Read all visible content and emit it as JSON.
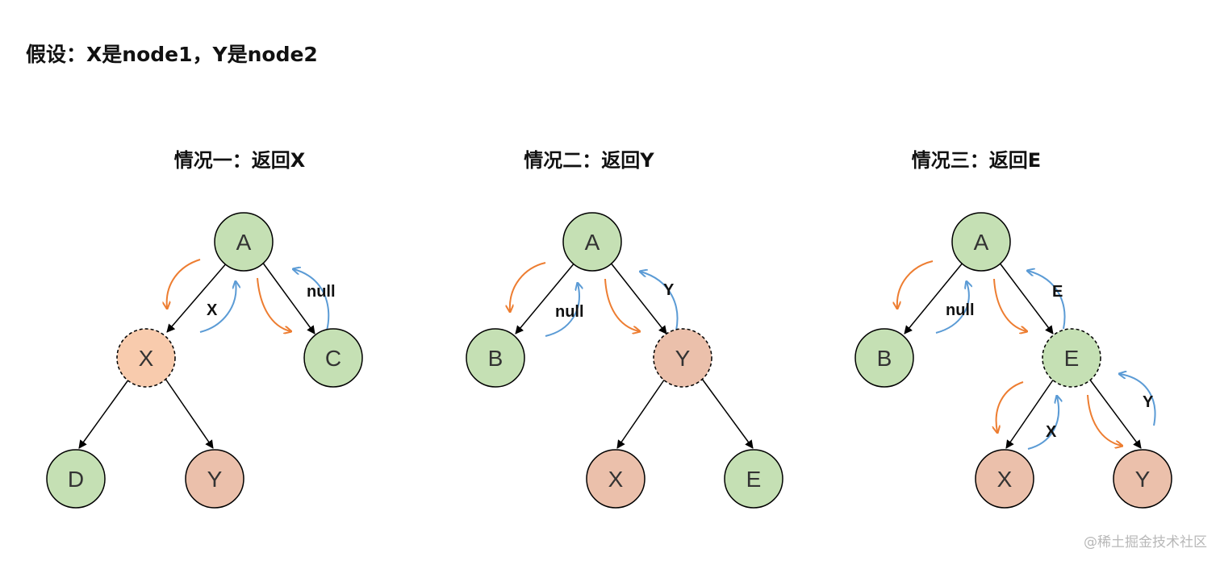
{
  "assumption": "假设：X是node1，Y是node2",
  "watermark": "@稀土掘金技术社区",
  "colors": {
    "green_fill": "#c5e0b4",
    "orange_fill": "#f8cbad",
    "red_fill": "#ebc0ab",
    "down_arrow": "#ed7d31",
    "up_arrow": "#5b9bd5",
    "edge": "#000000"
  },
  "cases": [
    {
      "title": "情况一：返回X",
      "nodes": {
        "a": "A",
        "x": "X",
        "c": "C",
        "d": "D",
        "y": "Y"
      },
      "returns": {
        "x_to_a": "X",
        "c_to_a": "null"
      }
    },
    {
      "title": "情况二：返回Y",
      "nodes": {
        "a": "A",
        "b": "B",
        "y": "Y",
        "x": "X",
        "e": "E"
      },
      "returns": {
        "b_to_a": "null",
        "y_to_a": "Y"
      }
    },
    {
      "title": "情况三：返回E",
      "nodes": {
        "a": "A",
        "b": "B",
        "e": "E",
        "x": "X",
        "y": "Y"
      },
      "returns": {
        "b_to_a": "null",
        "e_to_a": "E",
        "x_to_e": "X",
        "y_to_e": "Y"
      }
    }
  ]
}
